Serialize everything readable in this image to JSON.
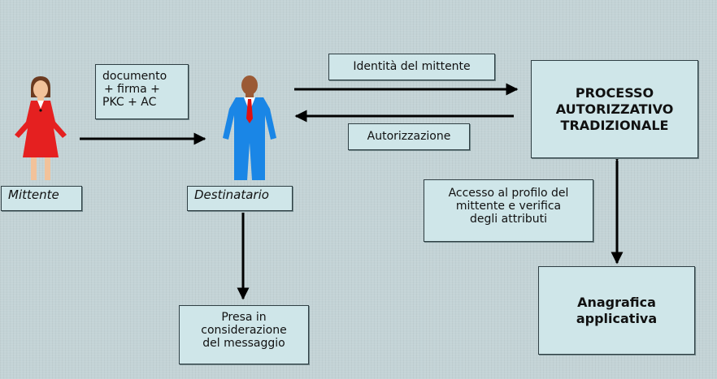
{
  "sender": {
    "label": "Mittente"
  },
  "recipient": {
    "label": "Destinatario"
  },
  "payload": {
    "lines": [
      "documento",
      "+ firma +",
      "PKC + AC"
    ]
  },
  "identity": {
    "label": "Identità del mittente"
  },
  "authorization": {
    "label": "Autorizzazione"
  },
  "process": {
    "lines": [
      "PROCESSO",
      "AUTORIZZATIVO",
      "TRADIZIONALE"
    ]
  },
  "access": {
    "lines": [
      "Accesso al profilo del",
      "mittente e verifica",
      "degli attributi"
    ]
  },
  "registry": {
    "lines": [
      "Anagrafica",
      "applicativa"
    ]
  },
  "consideration": {
    "lines": [
      "Presa in",
      "considerazione",
      "del messaggio"
    ]
  },
  "colors": {
    "background": "#c3d3d6",
    "box": "#cfe6e9",
    "sender_dress": "#e52020",
    "recipient_suit": "#1a86e6",
    "tie": "#e01010"
  }
}
